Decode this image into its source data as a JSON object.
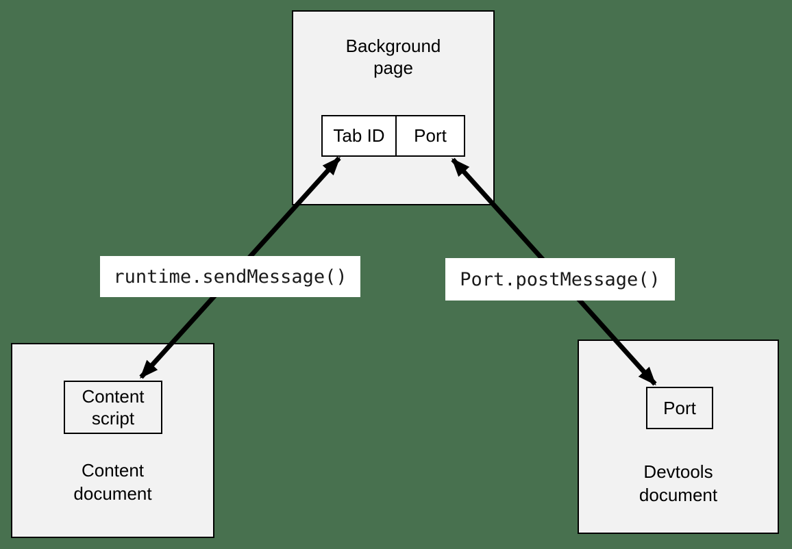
{
  "colors": {
    "page_background": "#48714F",
    "box_fill": "#F2F2F2",
    "table_cell_fill": "#FFFFFF",
    "label_fill": "#FFFFFF",
    "line_and_border": "#000000"
  },
  "boxes": {
    "background_page": {
      "title": "Background\npage",
      "cells": [
        "Tab ID",
        "Port"
      ]
    },
    "content_document": {
      "inner_box": "Content\nscript",
      "title": "Content\ndocument"
    },
    "devtools_document": {
      "inner_box": "Port",
      "title": "Devtools\ndocument"
    }
  },
  "arrows": [
    {
      "label": "runtime.sendMessage()",
      "endpoint_a": "Content script",
      "endpoint_b": "Tab ID",
      "bidirectional": true
    },
    {
      "label": "Port.postMessage()",
      "endpoint_a": "Port (Devtools document)",
      "endpoint_b": "Port (Background page)",
      "bidirectional": true
    }
  ]
}
